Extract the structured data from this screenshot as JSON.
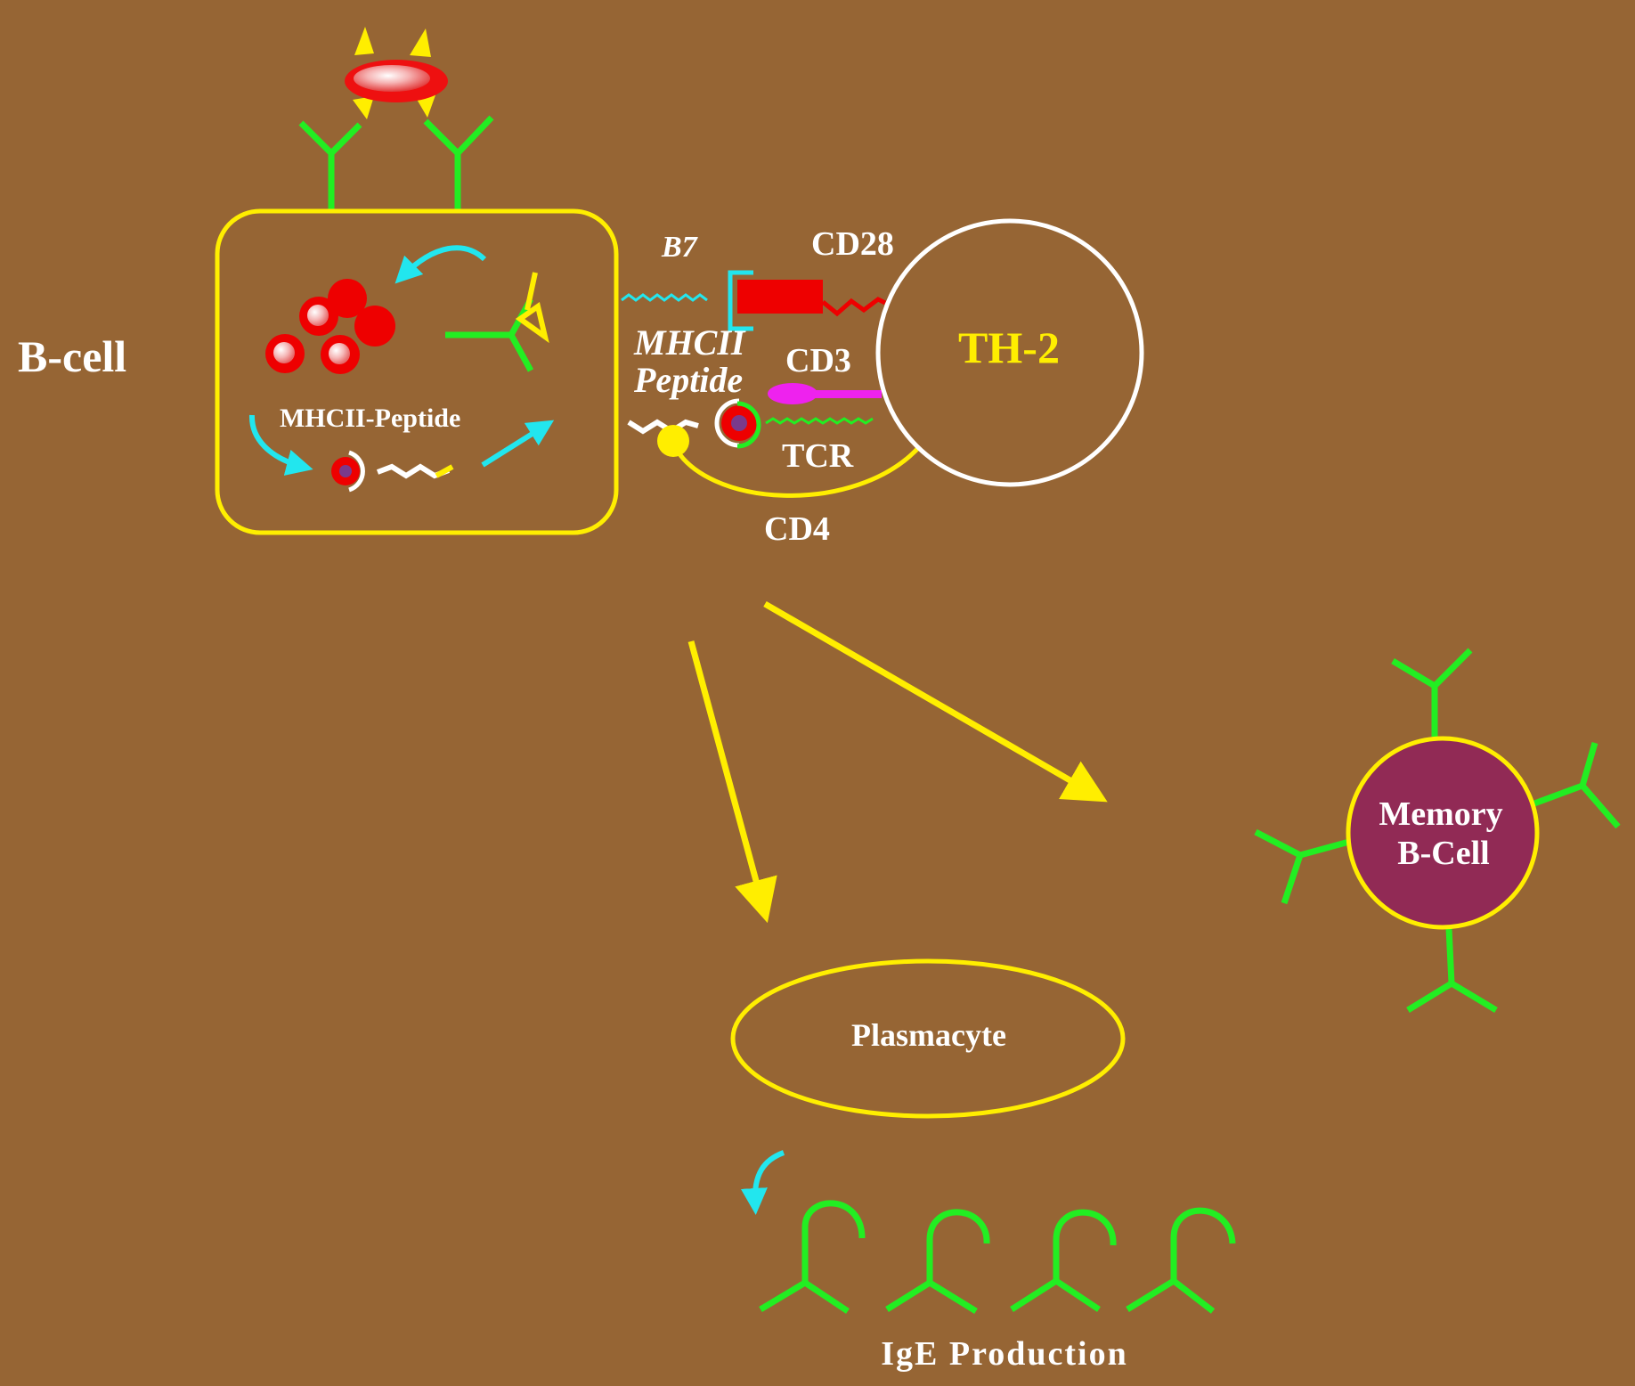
{
  "colors": {
    "background": "#966534",
    "antibody": "#22ee22",
    "cell_outline": "#ffee00",
    "arrow_cyan": "#22e6ee",
    "antigen_red": "#ee0000",
    "memory_fill": "#912a55",
    "cd3_magenta": "#ee22ee",
    "label_white": "#ffffff",
    "label_yellow": "#ffee00"
  },
  "labels": {
    "b_cell": "B-cell",
    "mhcii_peptide_inside": "MHCII-Peptide",
    "b7": "B7",
    "cd28": "CD28",
    "mhcii": "MHCII",
    "peptide": "Peptide",
    "cd3": "CD3",
    "tcr": "TCR",
    "cd4": "CD4",
    "th2": "TH-2",
    "memory_line1": "Memory",
    "memory_line2": "B-Cell",
    "plasmacyte": "Plasmacyte",
    "ige_production": "IgE Production"
  },
  "icons": {
    "allergen": "allergen-icon",
    "antibody": "antibody-icon",
    "ige": "ige-antibody-icon",
    "arrow": "arrow-icon"
  }
}
